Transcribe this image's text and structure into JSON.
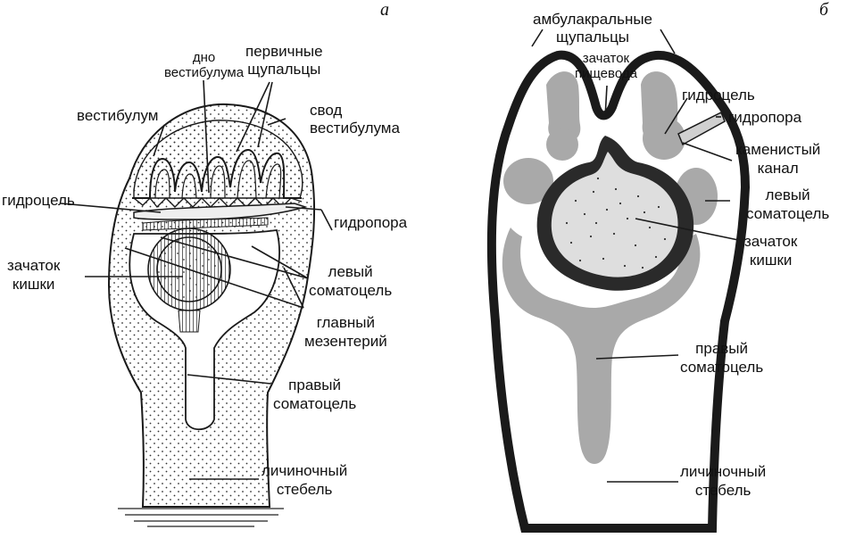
{
  "panels": {
    "a": {
      "letter": "а",
      "labels": {
        "floor_line1": "дно",
        "floor_line2": "вестибулума",
        "primary_line1": "первичные",
        "primary_line2": "щупальцы",
        "vestibulum": "вестибулум",
        "roof_line1": "свод",
        "roof_line2": "вестибулума",
        "hydrocoel": "гидроцель",
        "hydropore": "гидропора",
        "gut_line1": "зачаток",
        "gut_line2": "кишки",
        "left_somatocoel_line1": "левый",
        "left_somatocoel_line2": "соматоцель",
        "mesentery_line1": "главный",
        "mesentery_line2": "мезентерий",
        "right_somatocoel_line1": "правый",
        "right_somatocoel_line2": "соматоцель",
        "stalk_line1": "личиночный",
        "stalk_line2": "стебель"
      }
    },
    "b": {
      "letter": "б",
      "labels": {
        "ambulacral_line1": "амбулакральные",
        "ambulacral_line2": "щупальцы",
        "oesophagus_line1": "зачаток",
        "oesophagus_line2": "пищевода",
        "hydrocoel": "гидроцель",
        "hydropore": "гидропора",
        "stone_canal_line1": "каменистый",
        "stone_canal_line2": "канал",
        "left_somatocoel_line1": "левый",
        "left_somatocoel_line2": "соматоцель",
        "gut_line1": "зачаток",
        "gut_line2": "кишки",
        "right_somatocoel_line1": "правый",
        "right_somatocoel_line2": "соматоцель",
        "stalk_line1": "личиночный",
        "stalk_line2": "стебель"
      }
    }
  },
  "colors": {
    "outline": "#1a1a1a",
    "light_fill": "#dcdcdc",
    "mid_fill": "#a9a9a9",
    "dot": "#333333"
  }
}
